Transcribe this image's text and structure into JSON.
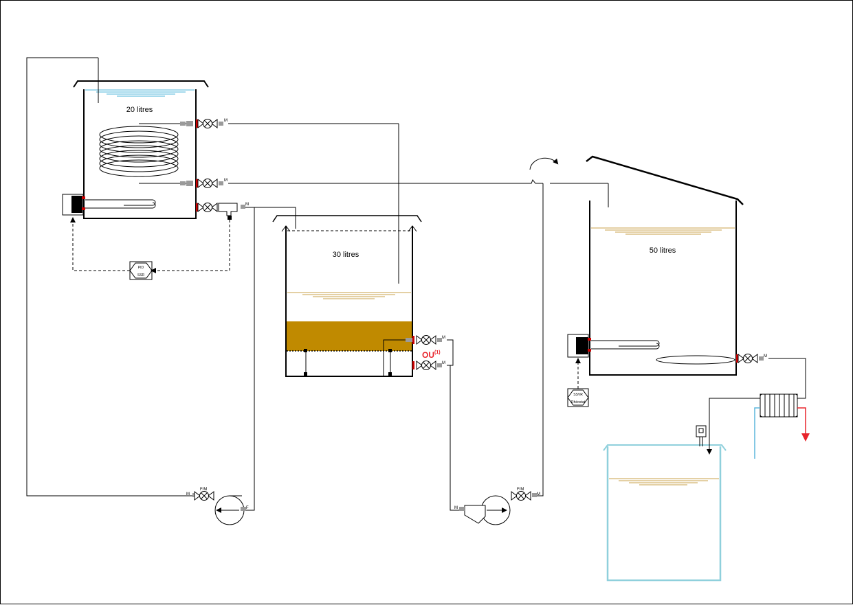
{
  "tanks": {
    "hot_liquor": {
      "label": "20 litres"
    },
    "mash_tun": {
      "label": "30 litres"
    },
    "boil_kettle": {
      "label": "50 litres"
    }
  },
  "controllers": {
    "pid_top": "PID",
    "pid_bottom": "SSR",
    "ssvr_top": "SSVR",
    "ssvr_bottom": "Rhéostat"
  },
  "fitting_labels": {
    "male": "M",
    "female": "F",
    "female_male": "F/M"
  },
  "annotation": {
    "text": "OU",
    "superscript": "(1)"
  },
  "colors": {
    "water": "#4ab3d8",
    "wort": "#c8a24a",
    "grain_bed": "#c08a00",
    "line": "#000000",
    "fitting": "#9a9a9a",
    "fermenter": "#8fd0dc",
    "chiller_in": "#5bb6dc",
    "chiller_out": "#e8232a",
    "annotation": "#e8232a"
  }
}
